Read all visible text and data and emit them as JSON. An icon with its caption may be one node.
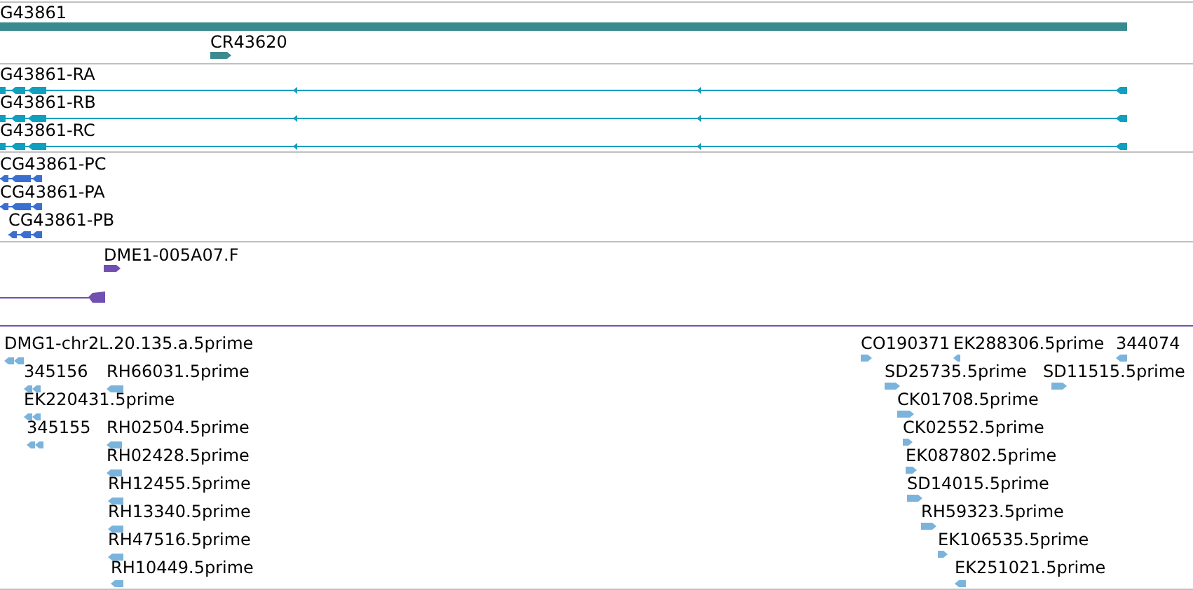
{
  "diagram": {
    "labels": [
      "G43861",
      "CR43620",
      "G43861-RA",
      "G43861-RB",
      "G43861-RC",
      "CG43861-PC",
      "CG43861-PA",
      "CG43861-PB",
      "DME1-005A07.F",
      "DMG1-chr2L.20.135.a.5prime",
      "345156",
      "RH66031.5prime",
      "EK220431.5prime",
      "345155",
      "RH02504.5prime",
      "RH02428.5prime",
      "RH12455.5prime",
      "RH13340.5prime",
      "RH47516.5prime",
      "RH10449.5prime",
      "CO190371",
      "EK288306.5prime",
      "344074",
      "SD25735.5prime",
      "SD11515.5prime",
      "CK01708.5prime",
      "CK02552.5prime",
      "EK087802.5prime",
      "SD14015.5prime",
      "RH59323.5prime",
      "EK106535.5prime",
      "EK251021.5prime"
    ]
  }
}
